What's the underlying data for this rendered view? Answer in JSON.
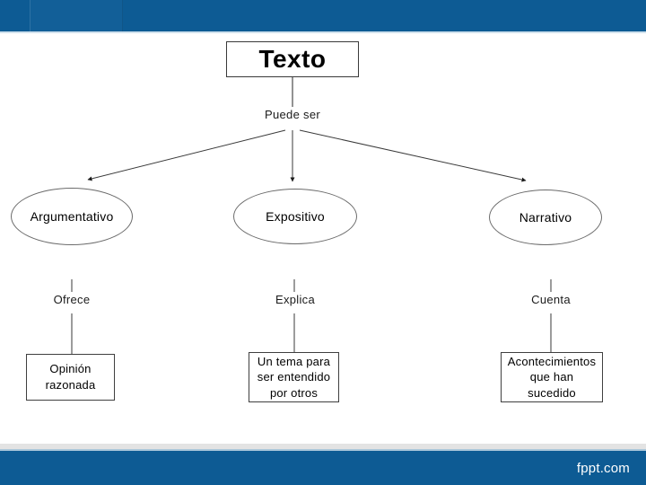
{
  "slide": {
    "watermark": "fppt.com",
    "theme": {
      "band_blue": "#0d5b94",
      "band_tab_blue": "#125f98",
      "band_edge": "#cfe0ec",
      "footer_rule": "#e3e3e3",
      "ink": "#000000",
      "shape_stroke": "#3f3f3f",
      "ellipse_stroke": "#6b6b6b",
      "canvas": "#ffffff"
    }
  },
  "diagram": {
    "root": {
      "label": "Texto"
    },
    "root_connector_label": "Puede ser",
    "branches": [
      {
        "type_label": "Argumentativo",
        "verb_label": "Ofrece",
        "detail_lines": [
          "Opinión",
          "razonada"
        ]
      },
      {
        "type_label": "Expositivo",
        "verb_label": "Explica",
        "detail_lines": [
          "Un tema para",
          "ser entendido",
          "por otros"
        ]
      },
      {
        "type_label": "Narrativo",
        "verb_label": "Cuenta",
        "detail_lines": [
          "Acontecimientos",
          "que han",
          "sucedido"
        ]
      }
    ]
  }
}
